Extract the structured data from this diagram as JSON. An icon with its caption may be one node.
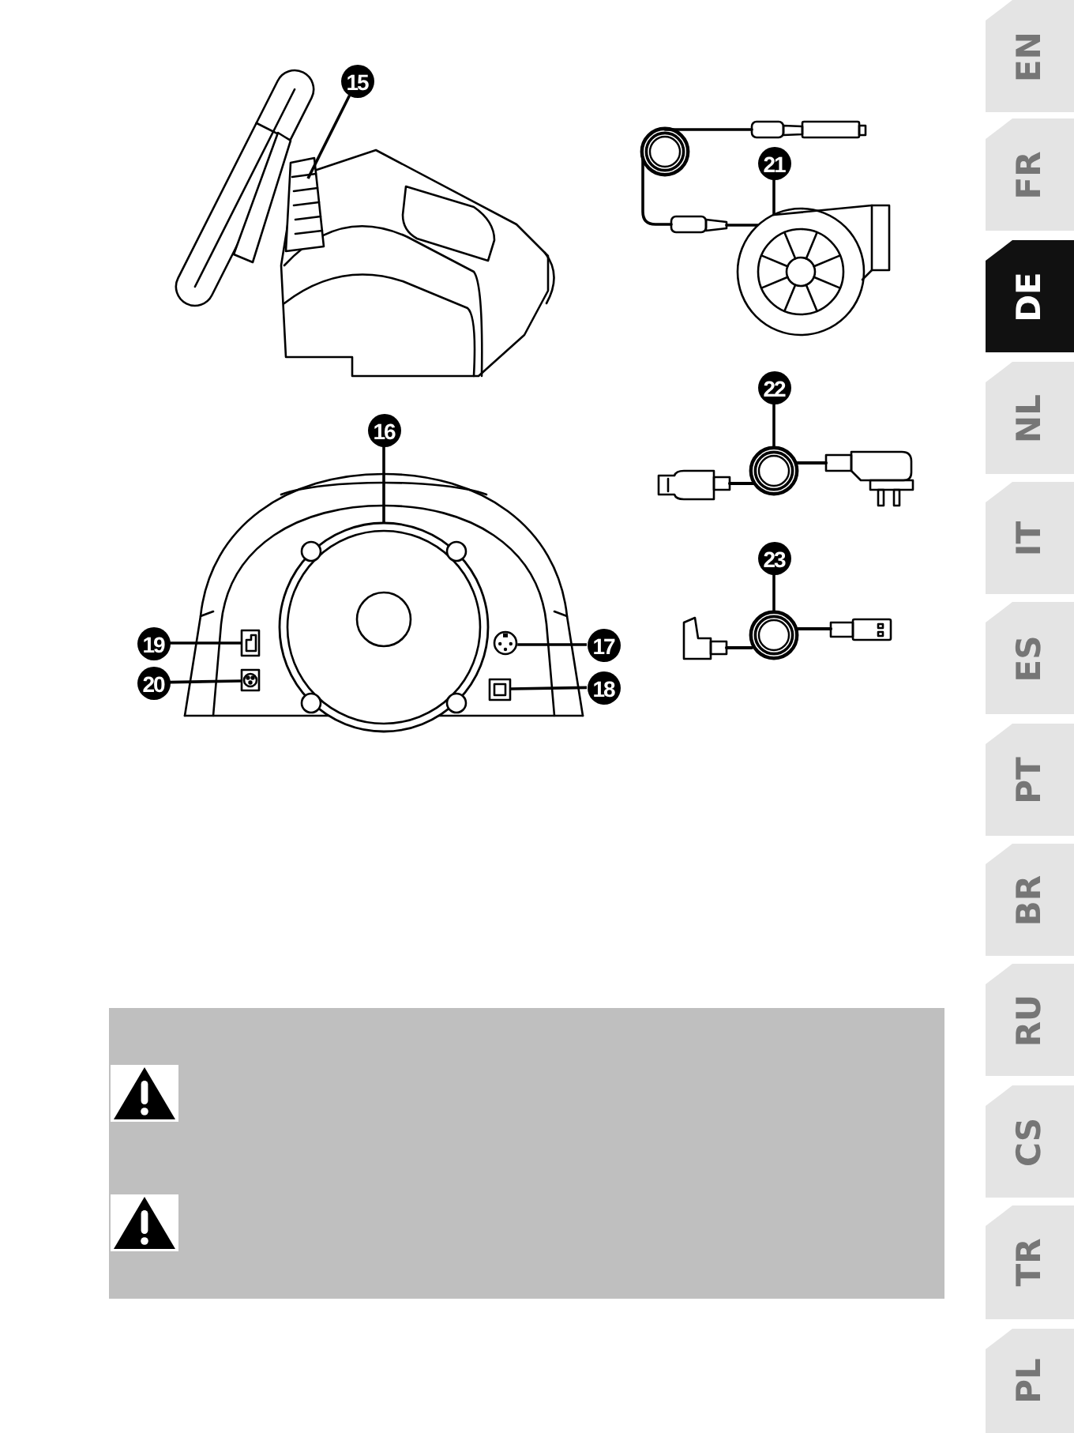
{
  "diagram": {
    "nodes": [
      {
        "text": [
          "15"
        ]
      },
      {
        "text": [
          "16"
        ]
      },
      {
        "text": [
          "17"
        ]
      },
      {
        "text": [
          "18"
        ]
      },
      {
        "text": [
          "19"
        ]
      },
      {
        "text": [
          "20"
        ]
      },
      {
        "text": [
          "21"
        ]
      },
      {
        "text": [
          "22"
        ]
      },
      {
        "text": [
          "23"
        ]
      },
      {
        "text": [
          "EN"
        ]
      },
      {
        "text": [
          "FR"
        ]
      },
      {
        "text": [
          "DE"
        ]
      },
      {
        "text": [
          "NL"
        ]
      },
      {
        "text": [
          "IT"
        ]
      },
      {
        "text": [
          "ES"
        ]
      },
      {
        "text": [
          "PT"
        ]
      },
      {
        "text": [
          "BR"
        ]
      },
      {
        "text": [
          "RU"
        ]
      },
      {
        "text": [
          "CS"
        ]
      },
      {
        "text": [
          "TR"
        ]
      },
      {
        "text": [
          "PL"
        ]
      },
      {
        "text": [],
        "shape": "picture"
      },
      {
        "text": [],
        "shape": "picture"
      },
      {
        "text": [],
        "shape": "picture"
      },
      {
        "text": [],
        "shape": "picture"
      },
      {
        "text": [],
        "shape": "picture"
      },
      {
        "text": [],
        "shape": "picture"
      },
      {
        "text": [],
        "shape": "picture"
      },
      {
        "text": [],
        "shape": "picture"
      }
    ],
    "edges": [
      {
        "from": 0,
        "to": null,
        "arrow": "none"
      },
      {
        "from": 1,
        "to": 24,
        "arrow": "none"
      },
      {
        "from": 2,
        "to": 26,
        "arrow": "none"
      },
      {
        "from": 3,
        "to": 28,
        "arrow": "none"
      },
      {
        "from": 4,
        "to": 25,
        "arrow": "none"
      },
      {
        "from": 5,
        "to": 27,
        "arrow": "none"
      },
      {
        "from": 6,
        "to": 21,
        "arrow": "none"
      },
      {
        "from": 7,
        "to": 22,
        "arrow": "none"
      },
      {
        "from": 8,
        "to": 23,
        "arrow": "none"
      }
    ]
  }
}
